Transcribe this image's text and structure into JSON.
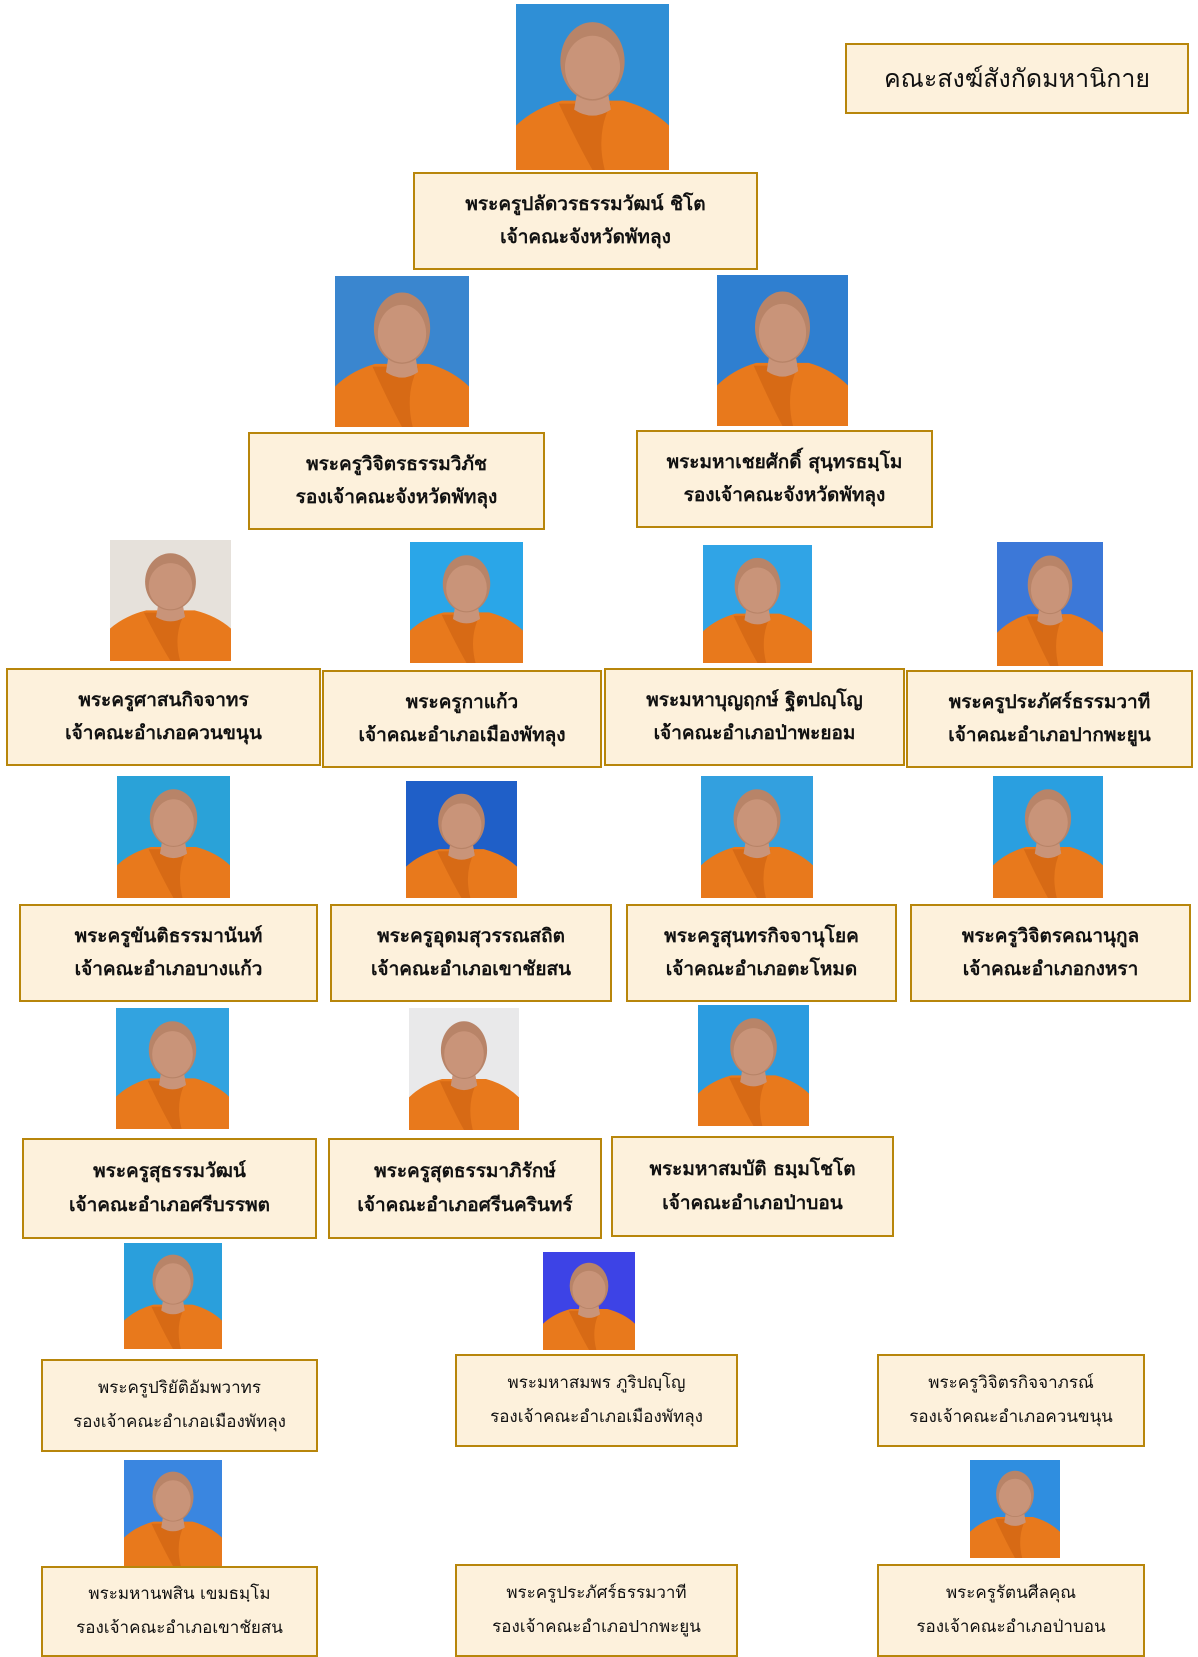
{
  "sect_label": "คณะสงฆ์สังกัดมหานิกาย",
  "photo_colors": {
    "robe": "#e8791c",
    "robe_shadow": "#c85f10",
    "skin": "#c99479",
    "head": "#b88468"
  },
  "monks": [
    {
      "id": "chief",
      "name": "พระครูปลัดวรธรรมวัฒน์ ชิโต",
      "role": "เจ้าคณะจังหวัดพัทลุง",
      "bg": "#2f8fd6"
    },
    {
      "id": "deputy-1",
      "name": "พระครูวิจิตรธรรมวิภัช",
      "role": "รองเจ้าคณะจังหวัดพัทลุง",
      "bg": "#3a86cf"
    },
    {
      "id": "deputy-2",
      "name": "พระมหาเชยศักดิ์ สุนฺทรธมฺโม",
      "role": "รองเจ้าคณะจังหวัดพัทลุง",
      "bg": "#2f7fd0"
    },
    {
      "id": "district-1",
      "name": "พระครูศาสนกิจจาทร",
      "role": "เจ้าคณะอำเภอควนขนุน",
      "bg": "#e6e1db"
    },
    {
      "id": "district-2",
      "name": "พระครูกาแก้ว",
      "role": "เจ้าคณะอำเภอเมืองพัทลุง",
      "bg": "#2aa6e8"
    },
    {
      "id": "district-3",
      "name": "พระมหาบุญฤกษ์ ฐิตปญฺโญ",
      "role": "เจ้าคณะอำเภอป่าพะยอม",
      "bg": "#30a4e6"
    },
    {
      "id": "district-4",
      "name": "พระครูประภัศร์ธรรมวาที",
      "role": "เจ้าคณะอำเภอปากพะยูน",
      "bg": "#3c78d8"
    },
    {
      "id": "district-5",
      "name": "พระครูขันติธรรมานันท์",
      "role": "เจ้าคณะอำเภอบางแก้ว",
      "bg": "#2aa2d8"
    },
    {
      "id": "district-6",
      "name": "พระครูอุดมสุวรรณสถิต",
      "role": "เจ้าคณะอำเภอเขาชัยสน",
      "bg": "#1f5fc8"
    },
    {
      "id": "district-7",
      "name": "พระครูสุนทรกิจจานุโยค",
      "role": "เจ้าคณะอำเภอตะโหมด",
      "bg": "#33a0df"
    },
    {
      "id": "district-8",
      "name": "พระครูวิจิตรคณานุกูล",
      "role": "เจ้าคณะอำเภอกงหรา",
      "bg": "#2a9fe0"
    },
    {
      "id": "district-9",
      "name": "พระครูสุธรรมวัฒน์",
      "role": "เจ้าคณะอำเภอศรีบรรพต",
      "bg": "#32a3e0"
    },
    {
      "id": "district-10",
      "name": "พระครูสุตธรรมาภิรักษ์",
      "role": "เจ้าคณะอำเภอศรีนครินทร์",
      "bg": "#e9e9ea"
    },
    {
      "id": "district-11",
      "name": "พระมหาสมบัติ ธมฺมโชโต",
      "role": "เจ้าคณะอำเภอป่าบอน",
      "bg": "#2b9ce0"
    },
    {
      "id": "vice-1",
      "name": "พระครูปริยัติอัมพวาทร",
      "role": "รองเจ้าคณะอำเภอเมืองพัทลุง",
      "bg": "#2a9fdc"
    },
    {
      "id": "vice-2",
      "name": "พระมหาสมพร ภูริปญฺโญ",
      "role": "รองเจ้าคณะอำเภอเมืองพัทลุง",
      "bg": "#3d43e6"
    },
    {
      "id": "vice-3",
      "name": "พระครูวิจิตรกิจจาภรณ์",
      "role": "รองเจ้าคณะอำเภอควนขนุน",
      "bg": ""
    },
    {
      "id": "vice-4",
      "name": "พระมหานพสิน เขมธมฺโม",
      "role": "รองเจ้าคณะอำเภอเขาชัยสน",
      "bg": "#3a86e0"
    },
    {
      "id": "vice-5",
      "name": "พระครูประภัศร์ธรรมวาที",
      "role": "รองเจ้าคณะอำเภอปากพะยูน",
      "bg": ""
    },
    {
      "id": "vice-6",
      "name": "พระครูรัตนศีลคุณ",
      "role": "รองเจ้าคณะอำเภอป่าบอน",
      "bg": "#2f8ee0"
    }
  ]
}
